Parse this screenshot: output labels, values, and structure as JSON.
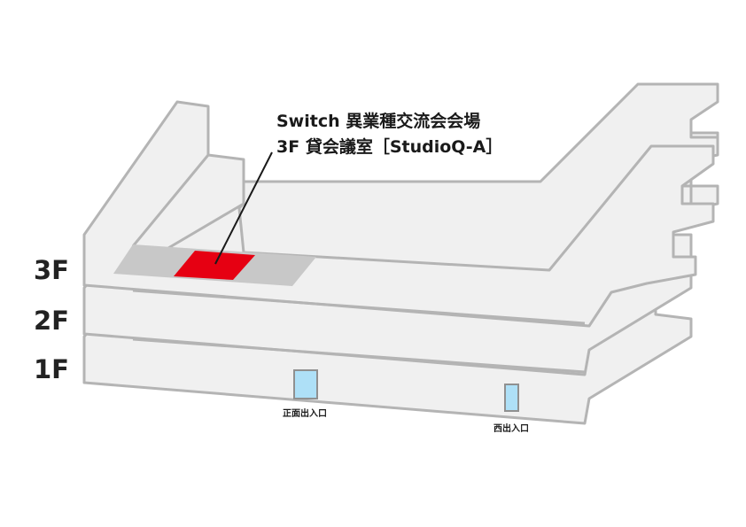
{
  "callout": {
    "line1": "Switch 異業種交流会会場",
    "line2": "3F 貸会議室［StudioQ-A］"
  },
  "floors": [
    "3F",
    "2F",
    "1F"
  ],
  "entrances": {
    "front": "正面出入口",
    "west": "西出入口"
  },
  "colors": {
    "venue_highlight": "#e60012",
    "room_block": "#c8c8c8",
    "slab_fill": "#f0f0f0",
    "slab_stroke": "#b4b4b4",
    "door_fill": "#aee0f7"
  }
}
